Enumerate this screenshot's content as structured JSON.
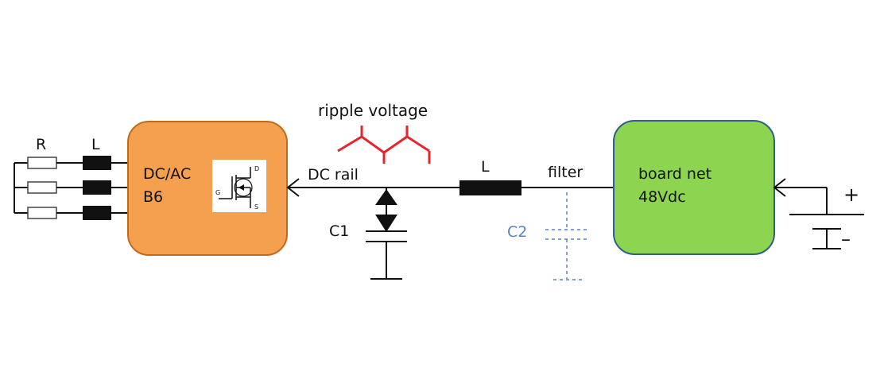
{
  "labels": {
    "resistor": "R",
    "inductor_left": "L",
    "inverter_line1": "DC/AC",
    "inverter_line2": "B6",
    "mosfet_gate": "G",
    "mosfet_drain": "D",
    "mosfet_source": "S",
    "ripple": "ripple voltage",
    "dc_rail": "DC rail",
    "capacitor1": "C1",
    "inductor_filter": "L",
    "filter": "filter",
    "capacitor2": "C2",
    "board_line1": "board net",
    "board_line2": "48Vdc",
    "plus": "+",
    "minus": "–"
  },
  "colors": {
    "inverter_fill": "#f5a04e",
    "inverter_stroke": "#c06a1e",
    "board_fill": "#8dd550",
    "board_stroke": "#2f5f86",
    "ripple": "#e8242a",
    "c2": "#5a84bd",
    "wire": "#111111"
  }
}
